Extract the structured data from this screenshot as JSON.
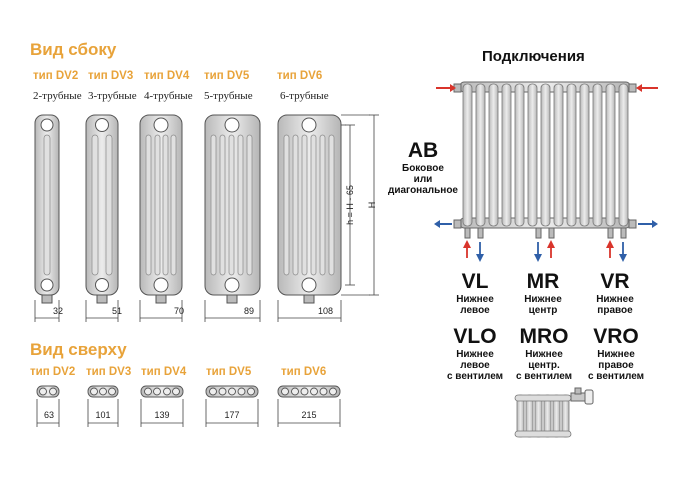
{
  "side_view": {
    "title": "Вид сбоку",
    "types": [
      {
        "label": "тип DV2",
        "pipes": "2-трубные",
        "width": "32"
      },
      {
        "label": "тип DV3",
        "pipes": "3-трубные",
        "width": "51"
      },
      {
        "label": "тип DV4",
        "pipes": "4-трубные",
        "width": "70"
      },
      {
        "label": "тип DV5",
        "pipes": "5-трубные",
        "width": "89"
      },
      {
        "label": "тип DV6",
        "pipes": "6-трубные",
        "width": "108"
      }
    ],
    "height_labels": {
      "inner": "h = H - 65",
      "outer": "H"
    }
  },
  "top_view": {
    "title": "Вид сверху",
    "types": [
      {
        "label": "тип DV2",
        "depth": "63"
      },
      {
        "label": "тип DV3",
        "depth": "101"
      },
      {
        "label": "тип DV4",
        "depth": "139"
      },
      {
        "label": "тип DV5",
        "depth": "177"
      },
      {
        "label": "тип DV6",
        "depth": "215"
      }
    ]
  },
  "connections": {
    "title": "Подключения",
    "ab": {
      "code": "AB",
      "desc": [
        "Боковое",
        "или",
        "диагональное"
      ]
    },
    "bottom": [
      {
        "code": "VL",
        "desc": [
          "Нижнее",
          "левое"
        ]
      },
      {
        "code": "MR",
        "desc": [
          "Нижнее",
          "центр"
        ]
      },
      {
        "code": "VR",
        "desc": [
          "Нижнее",
          "правое"
        ]
      }
    ],
    "valve": [
      {
        "code": "VLO",
        "desc": [
          "Нижнее",
          "левое",
          "с вентилем"
        ]
      },
      {
        "code": "MRO",
        "desc": [
          "Нижнее",
          "центр.",
          "с вентилем"
        ]
      },
      {
        "code": "VRO",
        "desc": [
          "Нижнее",
          "правое",
          "с вентилем"
        ]
      }
    ],
    "colors": {
      "hot": "#d9342b",
      "cold": "#2f5fa8"
    }
  },
  "colors": {
    "accent": "#e8a33a",
    "metal": "#c9c9c9",
    "outline": "#555555"
  }
}
